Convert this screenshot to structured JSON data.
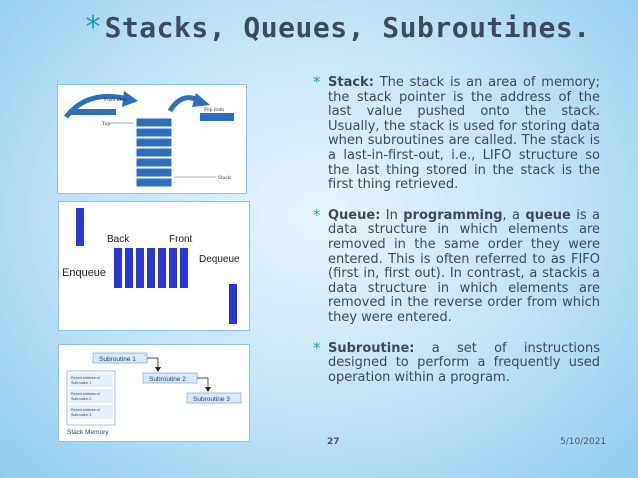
{
  "slide": {
    "title_bullet": "*",
    "title": "Stacks, Queues, Subroutines.",
    "page_number": "27",
    "date": "5/10/2021"
  },
  "figure_stack": {
    "push_label": "Push item",
    "pop_label": "Pop item",
    "top_label": "Top",
    "stack_label": "Stack"
  },
  "figure_queue": {
    "back_label": "Back",
    "front_label": "Front",
    "enqueue_label": "Enqueue",
    "dequeue_label": "Dequeue"
  },
  "figure_subroutine": {
    "sub1_label": "Subroutine 1",
    "sub2_label": "Subroutine 2",
    "sub3_label": "Subroutine 3",
    "ret1_line1": "Return address of",
    "ret1_line2": "Subroutine 1",
    "ret2_line1": "Return address of",
    "ret2_line2": "Subroutine 2",
    "ret3_line1": "Return address of",
    "ret3_line2": "Subroutine 3",
    "stack_memory_label": "Stack Memory"
  },
  "bullets": [
    {
      "term": "Stack:",
      "text": " The stack is an area of memory; the stack pointer is the address of the last value pushed onto the stack. Usually, the stack is used for storing data when subroutines are called. The stack is a last-in-first-out, i.e., LIFO structure so the last thing stored in the stack is the first thing retrieved."
    },
    {
      "term": "Queue:",
      "t1": " In ",
      "b1": "programming",
      "t2": ", a ",
      "b2": "queue",
      "t3": " is a data structure in which elements are removed in the same order they were entered. This is often referred to as FIFO (first in, first out). In contrast, a stackis a data structure in which elements are removed in the reverse order from which they were entered."
    },
    {
      "term": "Subroutine:",
      "text": " a set of instructions designed to perform a frequently used operation within a program."
    }
  ],
  "bullet_glyph": "*"
}
